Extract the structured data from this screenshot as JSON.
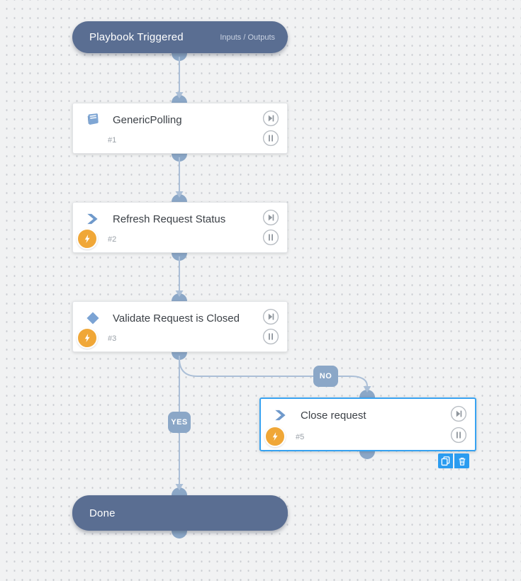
{
  "diagram": {
    "trigger": {
      "title": "Playbook Triggered",
      "io_link": "Inputs / Outputs"
    },
    "tasks": [
      {
        "title": "GenericPolling",
        "number": "#1",
        "icon": "book-icon",
        "automation": false,
        "selected": false
      },
      {
        "title": "Refresh Request Status",
        "number": "#2",
        "icon": "chevron-icon",
        "automation": true,
        "selected": false
      },
      {
        "title": "Validate Request is Closed",
        "number": "#3",
        "icon": "diamond-icon",
        "automation": true,
        "selected": false
      },
      {
        "title": "Close request",
        "number": "#5",
        "icon": "chevron-icon",
        "automation": true,
        "selected": true
      }
    ],
    "done": {
      "title": "Done"
    },
    "branch_labels": {
      "yes": "YES",
      "no": "NO"
    },
    "selected_task_toolbar": {
      "actions": [
        "copy-icon",
        "delete-icon"
      ]
    }
  },
  "colors": {
    "canvas_bg": "#f1f2f3",
    "grid_dot": "#c9ccd1",
    "terminal_fill": "#5a6e92",
    "connector_line": "#abbfd7",
    "connector_dot": "#8ba7c7",
    "selection_border": "#38a3f1",
    "automation_badge": "#f0a737",
    "task_icon_blue": "#6f99cb",
    "toolbar_bg": "#2b9cf0",
    "control_icon_gray": "#8f969d"
  }
}
